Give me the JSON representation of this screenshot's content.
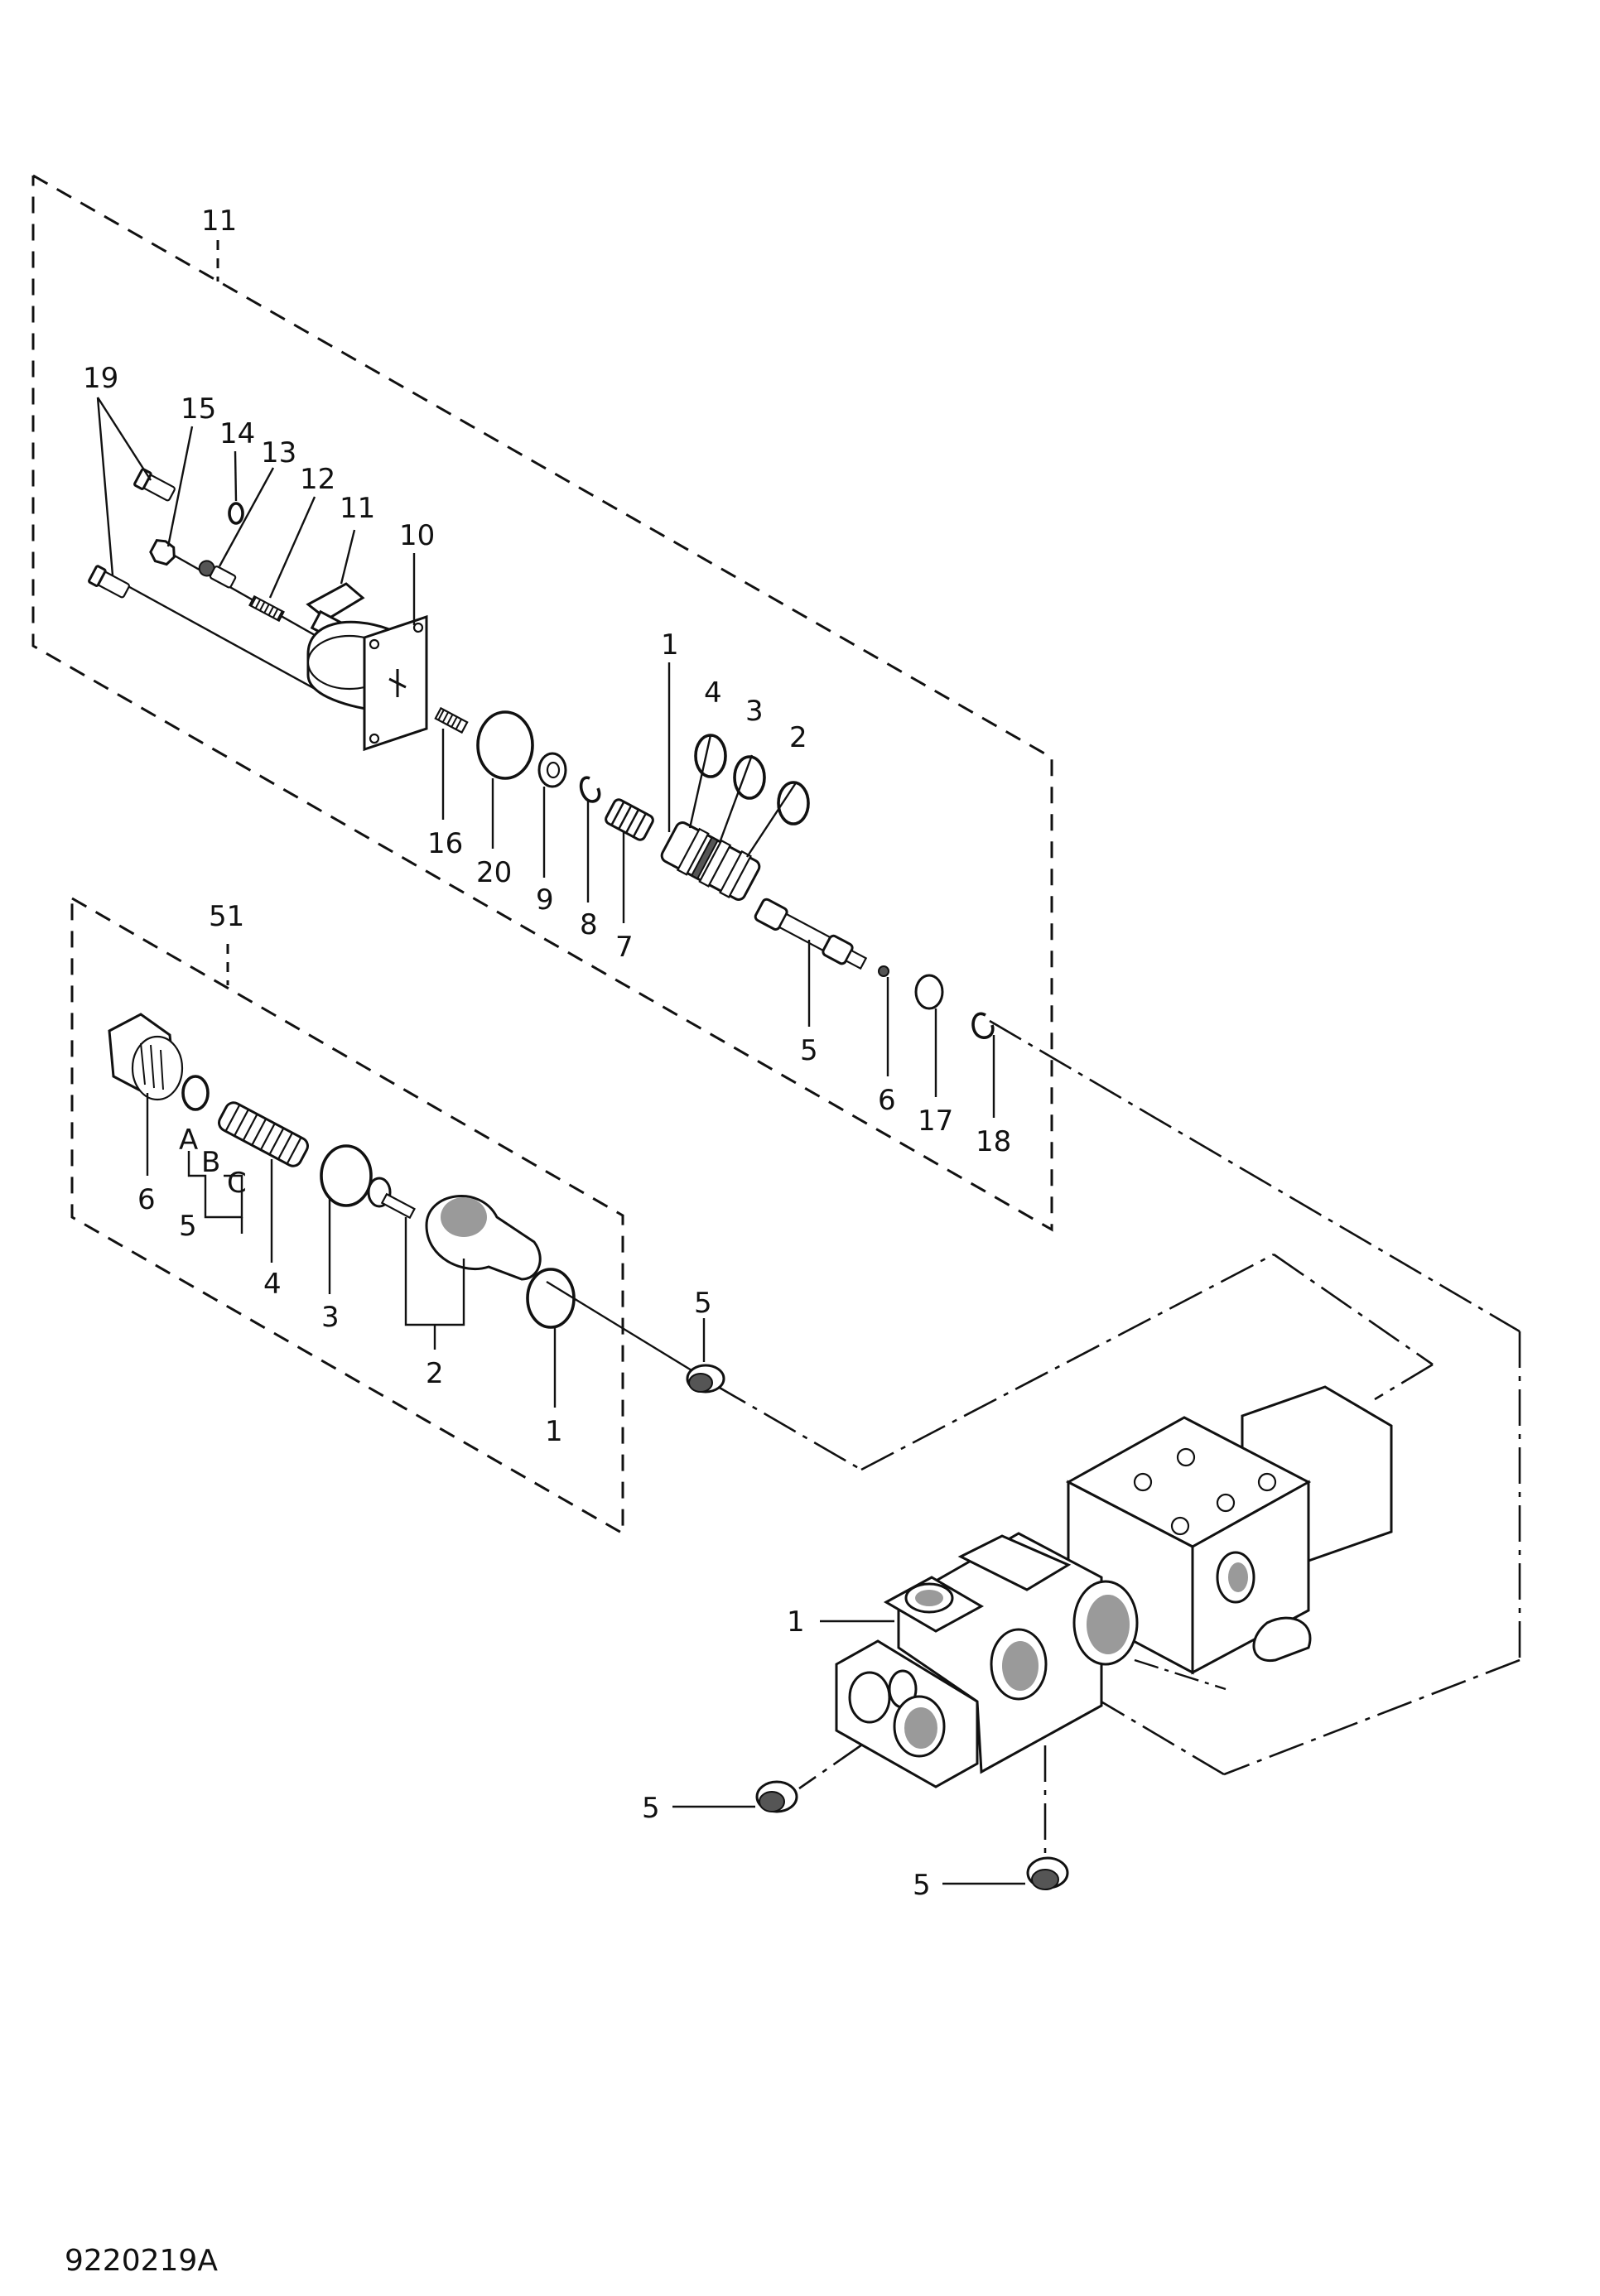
{
  "drawing_code": "9220219A",
  "assemblies": {
    "solenoid_valve": "11",
    "relief_valve": "51"
  },
  "callouts": {
    "top": {
      "p19": "19",
      "p15": "15",
      "p14": "14",
      "p13": "13",
      "p12": "12",
      "p11": "11",
      "p10": "10",
      "p16": "16",
      "p20": "20",
      "p9": "9",
      "p8": "8",
      "p7": "7",
      "p1": "1",
      "p4": "4",
      "p3": "3",
      "p2": "2",
      "p5": "5",
      "p6": "6",
      "p17": "17",
      "p18": "18"
    },
    "relief": {
      "p6": "6",
      "pA": "A",
      "pB": "B",
      "pC": "C",
      "p5": "5",
      "p4": "4",
      "p3": "3",
      "p2": "2",
      "p1": "1"
    },
    "body": {
      "plug5_top": "5",
      "body1": "1",
      "plug5_left": "5",
      "plug5_bottom": "5"
    }
  },
  "icons": [
    "exploded-view-line-art",
    "valve-body",
    "solenoid-coil",
    "spool",
    "spring",
    "o-ring",
    "plug"
  ]
}
